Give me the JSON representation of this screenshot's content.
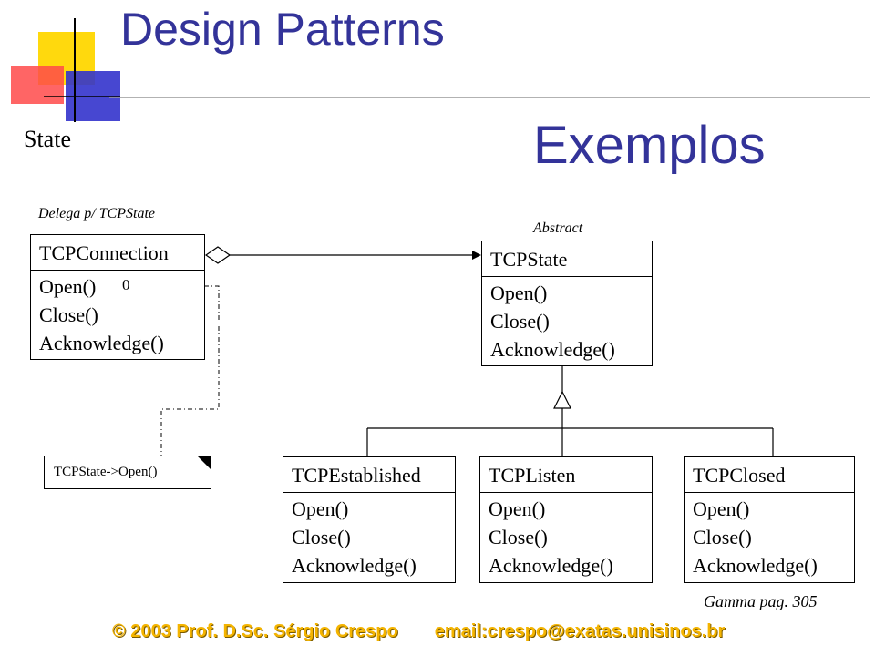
{
  "header": {
    "title": "Design Patterns",
    "subtitle": "State",
    "section_title": "Exemplos"
  },
  "notes": {
    "delegate": "Delega p/ TCPState",
    "abstract": "Abstract",
    "reference": "Gamma pag. 305"
  },
  "classes": {
    "connection": {
      "name": "TCPConnection",
      "ops": [
        "Open()",
        "Close()",
        "Acknowledge()"
      ]
    },
    "state": {
      "name": "TCPState",
      "ops": [
        "Open()",
        "Close()",
        "Acknowledge()"
      ]
    },
    "established": {
      "name": "TCPEstablished",
      "ops": [
        "Open()",
        "Close()",
        "Acknowledge()"
      ]
    },
    "listen": {
      "name": "TCPListen",
      "ops": [
        "Open()",
        "Close()",
        "Acknowledge()"
      ]
    },
    "closed": {
      "name": "TCPClosed",
      "ops": [
        "Open()",
        "Close()",
        "Acknowledge()"
      ]
    }
  },
  "code_note": "TCPState->Open()",
  "code_marker": "0",
  "footer": {
    "copyright": "© 2003  Prof. D.Sc. Sérgio Crespo",
    "email": "email:crespo@exatas.unisinos.br"
  },
  "colors": {
    "title": "#333399",
    "footer": "#f4b400",
    "deco_yellow": "#ffd700",
    "deco_red": "#ff4a4a",
    "deco_blue": "#3333cc"
  }
}
